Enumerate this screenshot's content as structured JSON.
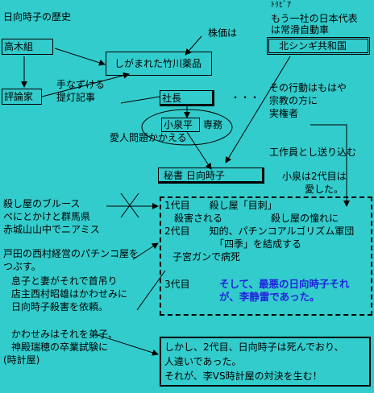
{
  "title": "日向時子の歴史",
  "nodes": {
    "takagi": "高木組",
    "hyoronka": "評論家",
    "takekawa": "しがまれた竹川薬品",
    "shacho": "社長",
    "koizumi": "小泉平",
    "senmu": "専務",
    "hisho": "秘書 日向時子",
    "kitashinjigi": "北シンギ共和国"
  },
  "labels": {
    "kabuka": "株価は",
    "trivia_1": "ﾄﾘﾋﾞｱ",
    "trivia_2": "もう一社の日本代表",
    "trivia_3": "は常滑自動車",
    "tenazuke_1": "手なずける",
    "tenazuke_2": "提灯記事",
    "dots": "・・・",
    "aijin": "愛人問題かかえる",
    "koudou_1": "その行動はもはや",
    "koudou_2": "宗教の方に",
    "koudou_3": "実権者",
    "kousakuin": "工作員とし送り込む",
    "koizumi_1": "小泉は2代目は",
    "koizumi_2": "愛した。",
    "koroshi_1": "殺し屋のブルース",
    "koroshi_2": "ペにとかけと群馬県",
    "koroshi_3": "赤城山山中でニアミス",
    "toda_1": "戸田の西村経営のパチンコ屋を",
    "toda_2": "つぶす。",
    "toda_3": "息子と妻がそれで首吊り",
    "toda_4": "店主西村昭雄はかわせみに",
    "toda_5": "日向時子殺害を依頼。",
    "kawasemi_1": "かわせみはそれを弟子、",
    "kawasemi_2": "神殿瑞穂の卒業試験に",
    "kawasemi_3": "(時計屋)"
  },
  "generations": {
    "g1_a": "1代目　　殺し屋「目刺」",
    "g1_b": "殺害される",
    "g1_c": "殺し屋の憧れに",
    "g2_a": "2代目　　知的、パチンコアルゴリズム軍団",
    "g2_b": "「四季」を結成する",
    "g2_c": "子宮ガンで病死",
    "g3_a": "3代目",
    "g3_blue_1": "そして、最悪の日向時子それ",
    "g3_blue_2": "が、李静雷であった。"
  },
  "conclusion": {
    "line1": "しかし、2代目、日向時子は死んでおり、",
    "line2": "人違いであった。",
    "line3": "それが、李VS時計屋の対決を生む！"
  },
  "colors": {
    "background": "#33cccc",
    "highlight_text": "#2222dd"
  }
}
